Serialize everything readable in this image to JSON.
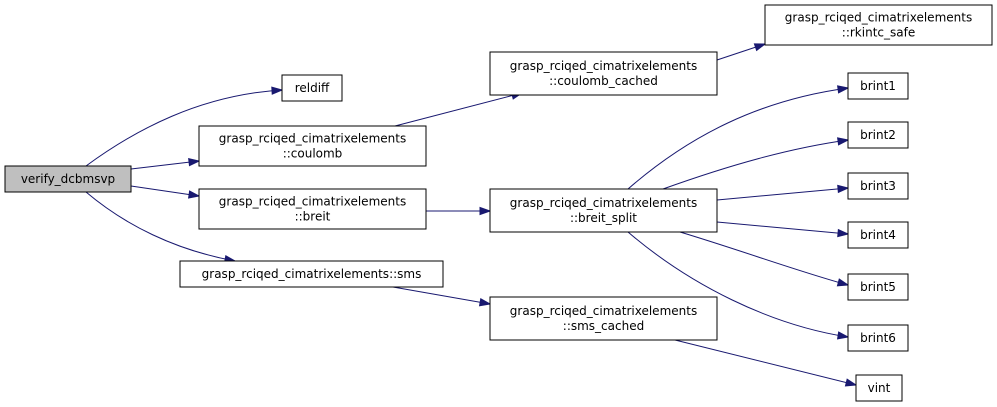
{
  "graph": {
    "nodes": [
      {
        "id": "verify",
        "lines": [
          "verify_dcbmsvp"
        ],
        "root": true
      },
      {
        "id": "reldiff",
        "lines": [
          "reldiff"
        ]
      },
      {
        "id": "coulomb",
        "lines": [
          "grasp_rciqed_cimatrixelements",
          "::coulomb"
        ]
      },
      {
        "id": "breit",
        "lines": [
          "grasp_rciqed_cimatrixelements",
          "::breit"
        ]
      },
      {
        "id": "sms",
        "lines": [
          "grasp_rciqed_cimatrixelements::sms"
        ]
      },
      {
        "id": "coulomb_cached",
        "lines": [
          "grasp_rciqed_cimatrixelements",
          "::coulomb_cached"
        ]
      },
      {
        "id": "breit_split",
        "lines": [
          "grasp_rciqed_cimatrixelements",
          "::breit_split"
        ]
      },
      {
        "id": "sms_cached",
        "lines": [
          "grasp_rciqed_cimatrixelements",
          "::sms_cached"
        ]
      },
      {
        "id": "rkintc",
        "lines": [
          "grasp_rciqed_cimatrixelements",
          "::rkintc_safe"
        ]
      },
      {
        "id": "brint1",
        "lines": [
          "brint1"
        ]
      },
      {
        "id": "brint2",
        "lines": [
          "brint2"
        ]
      },
      {
        "id": "brint3",
        "lines": [
          "brint3"
        ]
      },
      {
        "id": "brint4",
        "lines": [
          "brint4"
        ]
      },
      {
        "id": "brint5",
        "lines": [
          "brint5"
        ]
      },
      {
        "id": "brint6",
        "lines": [
          "brint6"
        ]
      },
      {
        "id": "vint",
        "lines": [
          "vint"
        ]
      }
    ],
    "edges": [
      {
        "from": "verify",
        "to": "reldiff"
      },
      {
        "from": "verify",
        "to": "coulomb"
      },
      {
        "from": "verify",
        "to": "breit"
      },
      {
        "from": "verify",
        "to": "sms"
      },
      {
        "from": "coulomb",
        "to": "coulomb_cached"
      },
      {
        "from": "coulomb_cached",
        "to": "rkintc"
      },
      {
        "from": "breit",
        "to": "breit_split"
      },
      {
        "from": "breit_split",
        "to": "brint1"
      },
      {
        "from": "breit_split",
        "to": "brint2"
      },
      {
        "from": "breit_split",
        "to": "brint3"
      },
      {
        "from": "breit_split",
        "to": "brint4"
      },
      {
        "from": "breit_split",
        "to": "brint5"
      },
      {
        "from": "breit_split",
        "to": "brint6"
      },
      {
        "from": "sms",
        "to": "sms_cached"
      },
      {
        "from": "sms_cached",
        "to": "vint"
      }
    ],
    "colors": {
      "edge": "#191970",
      "root_fill": "#bfbfbf",
      "node_border": "#000000"
    }
  }
}
